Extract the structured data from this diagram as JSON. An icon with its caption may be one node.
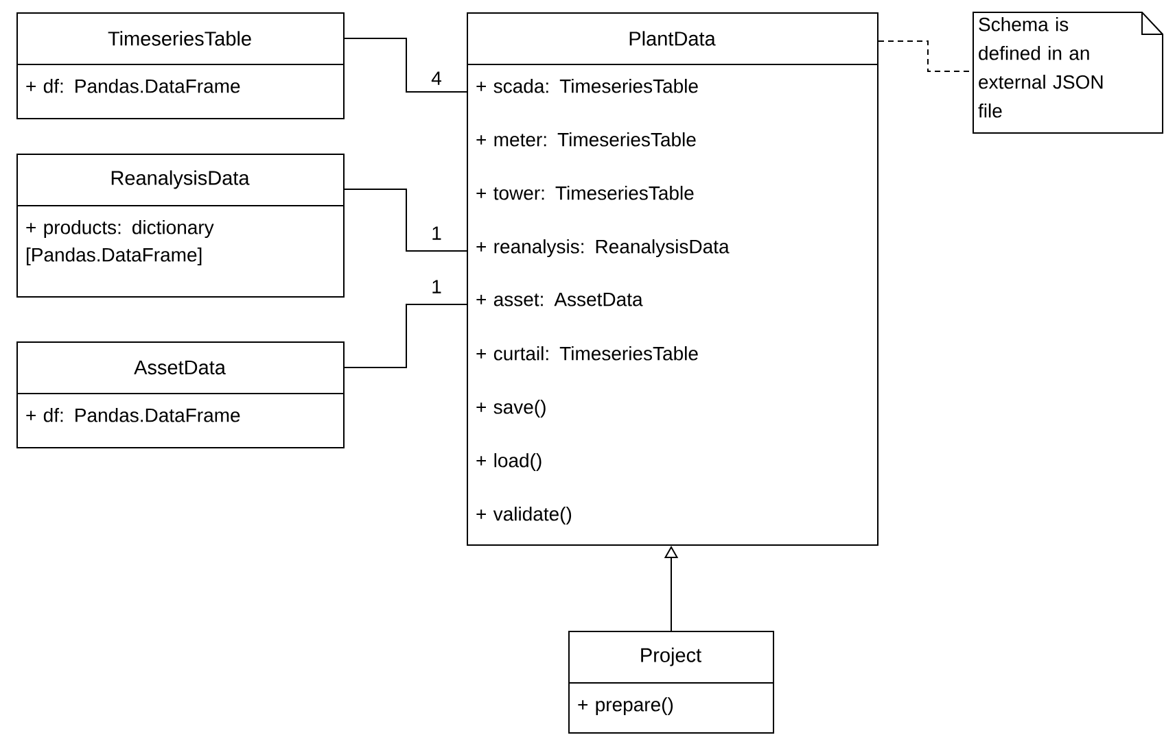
{
  "diagram": {
    "nodes": [
      {
        "text": [
          "TimeseriesTable",
          "+ df: Pandas.DataFrame"
        ]
      },
      {
        "text": [
          "ReanalysisData",
          "+ products: dictionary [Pandas.DataFrame]"
        ]
      },
      {
        "text": [
          "AssetData",
          "+ df: Pandas.DataFrame"
        ]
      },
      {
        "text": [
          "PlantData",
          "+ scada: TimeseriesTable",
          "+ meter: TimeseriesTable",
          "+ tower: TimeseriesTable",
          "+ reanalysis: ReanalysisData",
          "+ asset: AssetData",
          "+ curtail: TimeseriesTable",
          "+ save()",
          "+ load()",
          "+ validate()"
        ]
      },
      {
        "text": [
          "Schema is defined in an external JSON file"
        ]
      },
      {
        "text": [
          "Project",
          "+ prepare()"
        ]
      }
    ],
    "edges": [
      {
        "from": 0,
        "to": 3,
        "arrow": "none",
        "label": "4"
      },
      {
        "from": 1,
        "to": 3,
        "arrow": "none",
        "label": "1"
      },
      {
        "from": 2,
        "to": 3,
        "arrow": "none",
        "label": "1"
      },
      {
        "from": 3,
        "to": 4,
        "arrow": "none",
        "style": "dashed"
      },
      {
        "from": 5,
        "to": 3,
        "arrow": "to"
      }
    ]
  }
}
